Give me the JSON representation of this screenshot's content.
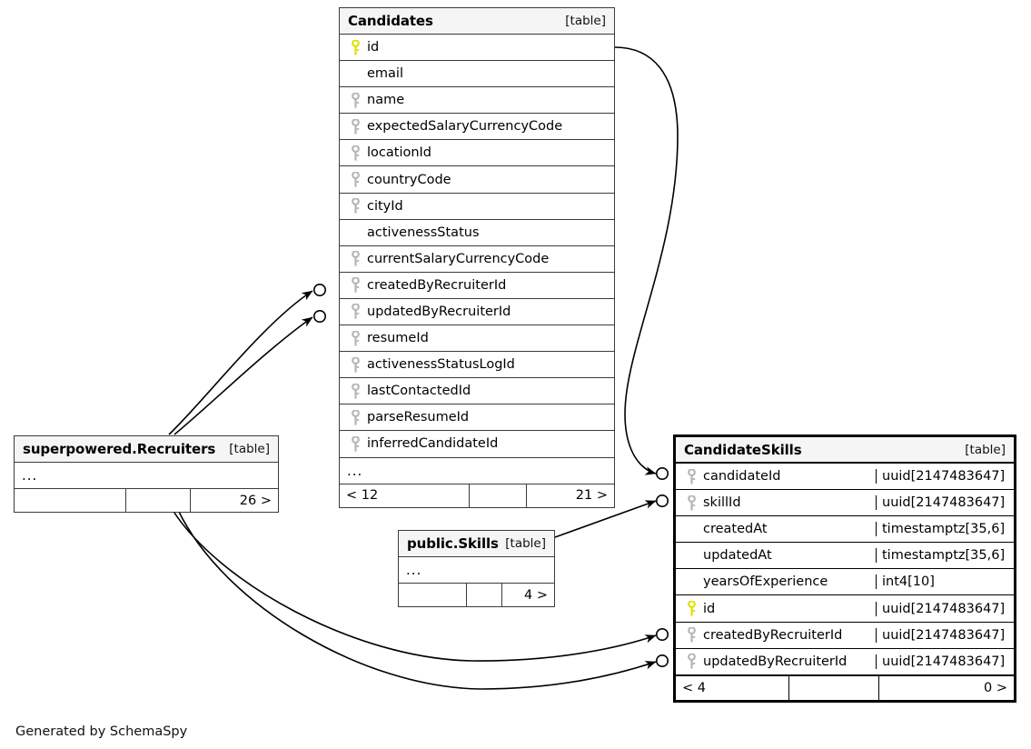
{
  "diagram": {
    "generator_note": "Generated by SchemaSpy",
    "table_tag": "[table]",
    "ellipsis": "...",
    "colors": {
      "primary_key_icon": "#e8e800",
      "foreign_key_icon": "#b5b5b5",
      "header_background": "#f5f5f5",
      "border": "#3b3b3b",
      "focal_border": "#000000",
      "edge": "#000000"
    }
  },
  "tables": {
    "candidates": {
      "name": "Candidates",
      "tag": "[table]",
      "focal": false,
      "columns": [
        {
          "name": "id",
          "key": "primary",
          "type": ""
        },
        {
          "name": "email",
          "key": "none",
          "type": ""
        },
        {
          "name": "name",
          "key": "foreign",
          "type": ""
        },
        {
          "name": "expectedSalaryCurrencyCode",
          "key": "foreign",
          "type": ""
        },
        {
          "name": "locationId",
          "key": "foreign",
          "type": ""
        },
        {
          "name": "countryCode",
          "key": "foreign",
          "type": ""
        },
        {
          "name": "cityId",
          "key": "foreign",
          "type": ""
        },
        {
          "name": "activenessStatus",
          "key": "none",
          "type": ""
        },
        {
          "name": "currentSalaryCurrencyCode",
          "key": "foreign",
          "type": ""
        },
        {
          "name": "createdByRecruiterId",
          "key": "foreign",
          "type": ""
        },
        {
          "name": "updatedByRecruiterId",
          "key": "foreign",
          "type": ""
        },
        {
          "name": "resumeId",
          "key": "foreign",
          "type": ""
        },
        {
          "name": "activenessStatusLogId",
          "key": "foreign",
          "type": ""
        },
        {
          "name": "lastContactedId",
          "key": "foreign",
          "type": ""
        },
        {
          "name": "parseResumeId",
          "key": "foreign",
          "type": ""
        },
        {
          "name": "inferredCandidateId",
          "key": "foreign",
          "type": ""
        }
      ],
      "has_ellipsis_row": true,
      "footer": {
        "left": "< 12",
        "middle": "",
        "right": "21 >"
      }
    },
    "candidate_skills": {
      "name": "CandidateSkills",
      "tag": "[table]",
      "focal": true,
      "columns": [
        {
          "name": "candidateId",
          "key": "foreign",
          "type": "uuid[2147483647]"
        },
        {
          "name": "skillId",
          "key": "foreign",
          "type": "uuid[2147483647]"
        },
        {
          "name": "createdAt",
          "key": "none",
          "type": "timestamptz[35,6]"
        },
        {
          "name": "updatedAt",
          "key": "none",
          "type": "timestamptz[35,6]"
        },
        {
          "name": "yearsOfExperience",
          "key": "none",
          "type": "int4[10]"
        },
        {
          "name": "id",
          "key": "primary",
          "type": "uuid[2147483647]"
        },
        {
          "name": "createdByRecruiterId",
          "key": "foreign",
          "type": "uuid[2147483647]"
        },
        {
          "name": "updatedByRecruiterId",
          "key": "foreign",
          "type": "uuid[2147483647]"
        }
      ],
      "has_ellipsis_row": false,
      "footer": {
        "left": "< 4",
        "middle": "",
        "right": "0 >"
      }
    },
    "recruiters": {
      "name": "superpowered.Recruiters",
      "tag": "[table]",
      "focal": false,
      "columns": [],
      "has_ellipsis_row": true,
      "footer": {
        "left": "",
        "middle": "",
        "right": "26 >"
      }
    },
    "skills": {
      "name": "public.Skills",
      "tag": "[table]",
      "focal": false,
      "columns": [],
      "has_ellipsis_row": true,
      "footer": {
        "left": "",
        "middle": "",
        "right": "4 >"
      }
    }
  },
  "relationships": [
    {
      "id": "candidates-id-to-candidateskills-candidateid",
      "from": "Candidates.id",
      "to": "CandidateSkills.candidateId"
    },
    {
      "id": "skills-to-candidateskills-skillid",
      "from": "public.Skills",
      "to": "CandidateSkills.skillId"
    },
    {
      "id": "recruiters-to-candidates-createdbyrecruiterid",
      "from": "superpowered.Recruiters",
      "to": "Candidates.createdByRecruiterId"
    },
    {
      "id": "recruiters-to-candidates-updatedbyrecruiterid",
      "from": "superpowered.Recruiters",
      "to": "Candidates.updatedByRecruiterId"
    },
    {
      "id": "recruiters-to-candidateskills-createdbyrecruiterid",
      "from": "superpowered.Recruiters",
      "to": "CandidateSkills.createdByRecruiterId"
    },
    {
      "id": "recruiters-to-candidateskills-updatedbyrecruiterid",
      "from": "superpowered.Recruiters",
      "to": "CandidateSkills.updatedByRecruiterId"
    }
  ]
}
